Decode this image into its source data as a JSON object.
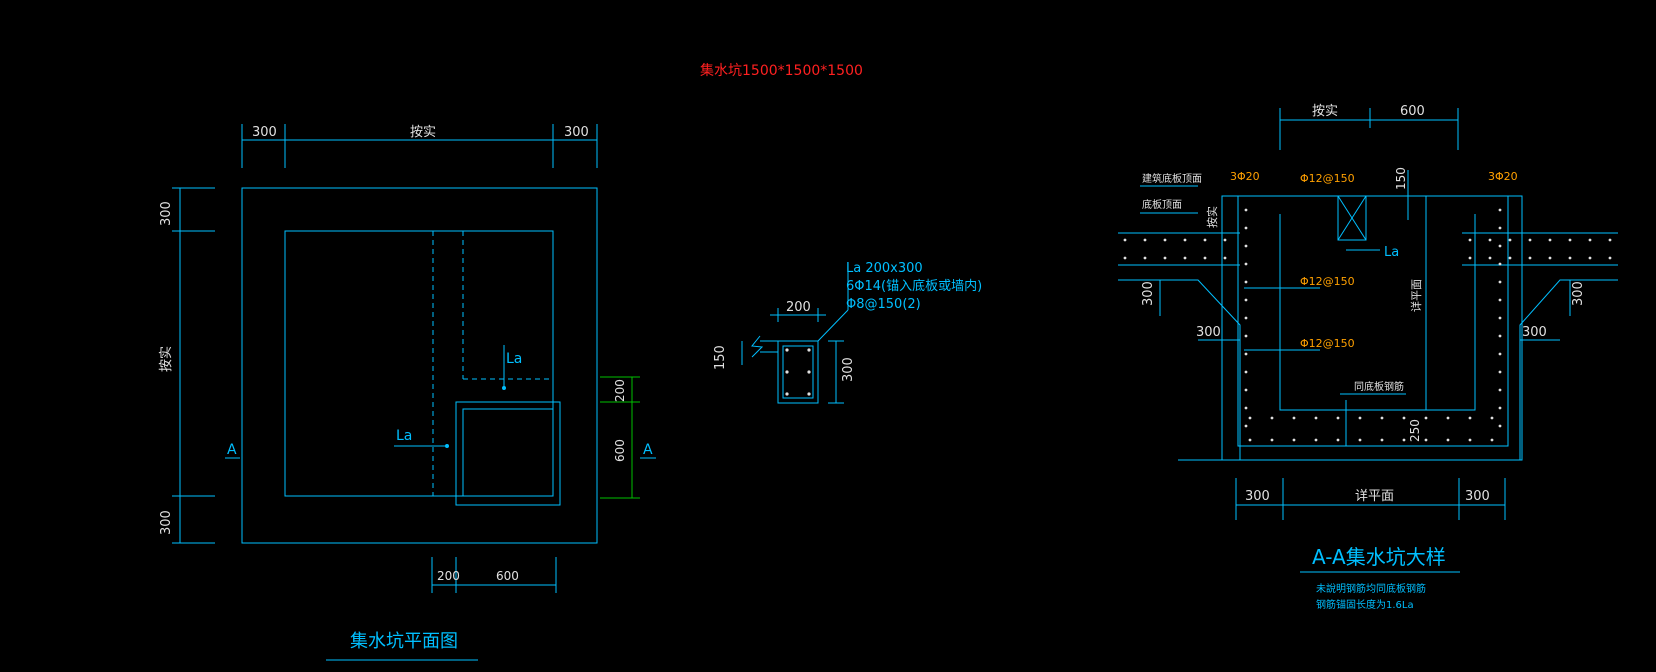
{
  "colors": {
    "background": "#000000",
    "outline": "#00BFFF",
    "dimension": "#00BFFF",
    "dim_green": "#00C000",
    "title_red": "#FF2020",
    "text_white": "#FFFFFF",
    "rebar_orange": "#FFA000",
    "detail_white": "#E0E0E0"
  },
  "sheet": {
    "title": "集水坑1500*1500*1500"
  },
  "plan": {
    "caption": "集水坑平面图",
    "dim_top_left": "300",
    "dim_top_mid": "按实",
    "dim_top_right": "300",
    "dim_left_top": "300",
    "dim_left_mid": "按实",
    "dim_left_bottom": "300",
    "dim_right_200": "200",
    "dim_right_600": "600",
    "dim_bottom_200": "200",
    "dim_bottom_600": "600",
    "section_left": "A",
    "section_right": "A",
    "label_la_1": "La",
    "label_la_2": "La"
  },
  "beam": {
    "note_line1": "La 200x300",
    "note_line2": "6Φ14(锚入底板或墙内)",
    "note_line3": "Φ8@150(2)",
    "dim_top": "200",
    "dim_left": "150",
    "dim_right": "300"
  },
  "section": {
    "caption": "A-A集水坑大样",
    "note_line1": "未說明钢筋均同底板钢筋",
    "note_line2": "钢筋锚固长度为1.6La",
    "dim_top_left": "按实",
    "dim_top_right": "600",
    "dim_bottom_left": "300",
    "dim_bottom_mid": "详平面",
    "dim_bottom_right": "300",
    "dim_left_300_a": "300",
    "dim_left_300_b": "300",
    "dim_right_300_a": "300",
    "dim_right_300_b": "300",
    "dim_150": "150",
    "dim_250": "250",
    "label_rebar_left": "3Φ20",
    "label_rebar_right": "3Φ20",
    "label_phi12_top": "Φ12@150",
    "label_phi12_mid": "Φ12@150",
    "label_phi12_low": "Φ12@150",
    "label_la": "La",
    "label_floor_top": "建筑底板顶面",
    "label_floor": "底板顶面",
    "label_left_side": "按实",
    "label_mid_vertical": "详平面",
    "label_bottom_rebar": "同底板钢筋"
  }
}
